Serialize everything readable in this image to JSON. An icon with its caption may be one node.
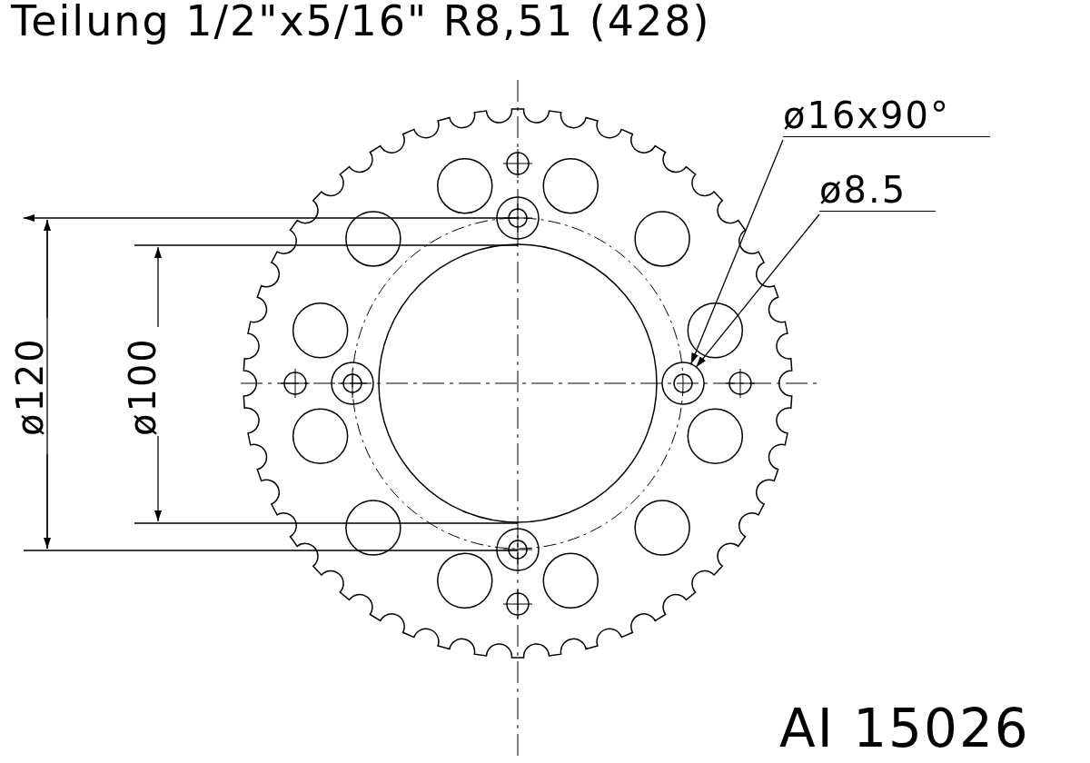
{
  "diagram": {
    "title": "Teilung 1/2\"x5/16\" R8,51 (428)",
    "nodes": [
      {
        "text": [
          "ø16x90°"
        ]
      },
      {
        "text": [
          "ø8.5"
        ]
      },
      {
        "text": [],
        "shape": "circle"
      }
    ],
    "edges": [
      {
        "from": 0,
        "to": 2,
        "arrow": "to"
      },
      {
        "from": 1,
        "to": 2,
        "arrow": "to"
      }
    ],
    "labels": [
      "ø120",
      "ø100",
      "AI 15026"
    ]
  }
}
